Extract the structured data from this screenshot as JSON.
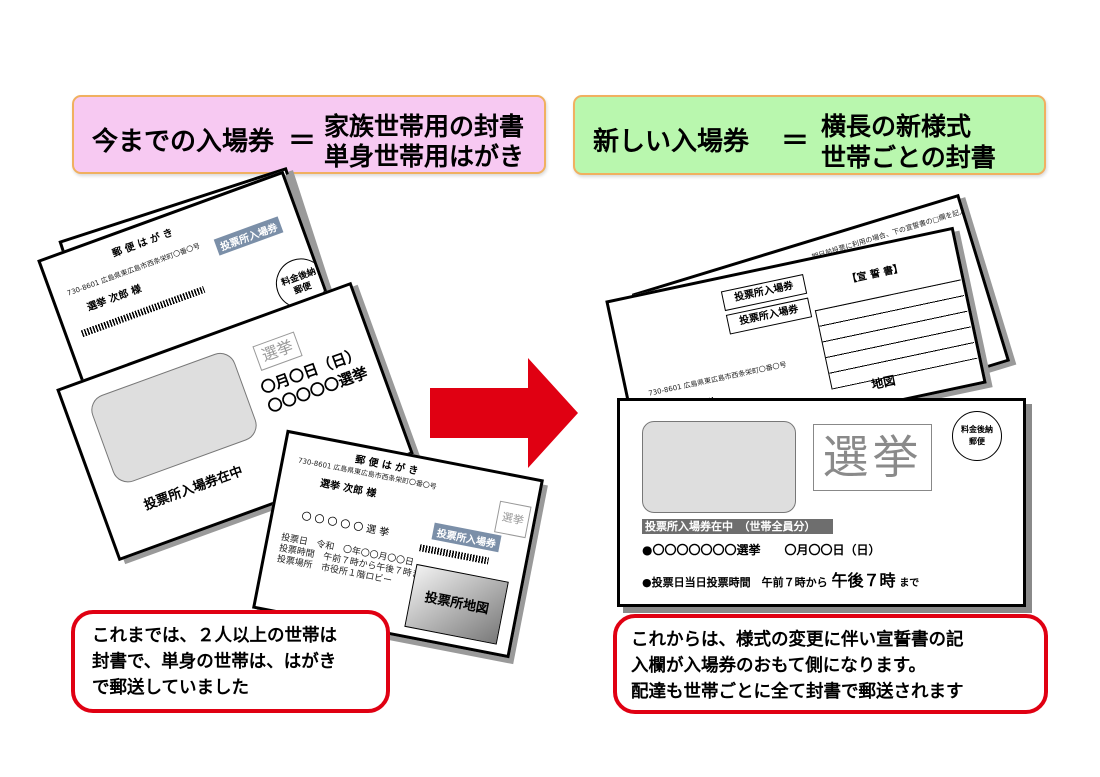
{
  "header_left": {
    "lead": "今までの入場券",
    "eq": "＝",
    "line1": "家族世帯用の封書",
    "line2": "単身世帯用はがき",
    "bg_color": "#f7c9f2"
  },
  "header_right": {
    "lead": "新しい入場券",
    "eq": "＝",
    "line1": "横長の新様式",
    "line2": "世帯ごとの封書",
    "bg_color": "#b9f7ae"
  },
  "arrow": {
    "color": "#e00012",
    "icon": "right-arrow-icon"
  },
  "old_postcard": {
    "title": "郵 便 は が き",
    "name": "選挙 次郎 様",
    "tag": "投票所入場券",
    "stamp_line1": "料金後納",
    "stamp_line2": "郵便"
  },
  "old_envelope": {
    "stamp_seal": "選挙",
    "date": "〇月〇日（日）",
    "election": "〇〇〇〇〇選挙",
    "caption": "投票所入場券在中"
  },
  "old_small_postcard": {
    "title": "郵 便 は が き",
    "name": "選挙 次郎 様",
    "tag": "投票所入場券",
    "stamp_seal": "選挙",
    "circles": "〇 〇 〇 〇 〇 選 挙",
    "row1": "投票日　令和　〇年〇〇月〇〇日",
    "row2": "投票時間　午前７時から午後７時まで",
    "row3": "投票場所　市役所１階ロビー",
    "map_label": "投票所地図"
  },
  "new_back": {
    "label1": "投票所入場券",
    "label2": "投票所入場券",
    "sworn": "【宣 誓 書】",
    "map_label": "地図"
  },
  "new_envelope": {
    "seal": "選挙",
    "stamp_line1": "料金後納",
    "stamp_line2": "郵便",
    "status": "投票所入場券在中　（世帯全員分）",
    "election_line": "●〇〇〇〇〇〇〇選挙　　〇月〇〇日（日）",
    "time_prefix": "●投票日当日投票時間　午前７時から",
    "time_main": "午後７時",
    "time_suffix": "まで"
  },
  "callout_left": {
    "line1": "これまでは、２人以上の世帯は",
    "line2": "封書で、単身の世帯は、はがき",
    "line3": "で郵送していました"
  },
  "callout_right": {
    "line1": "これからは、様式の変更に伴い宣誓書の記",
    "line2": "入欄が入場券のおもて側になります。",
    "line3": "配達も世帯ごとに全て封書で郵送されます"
  }
}
